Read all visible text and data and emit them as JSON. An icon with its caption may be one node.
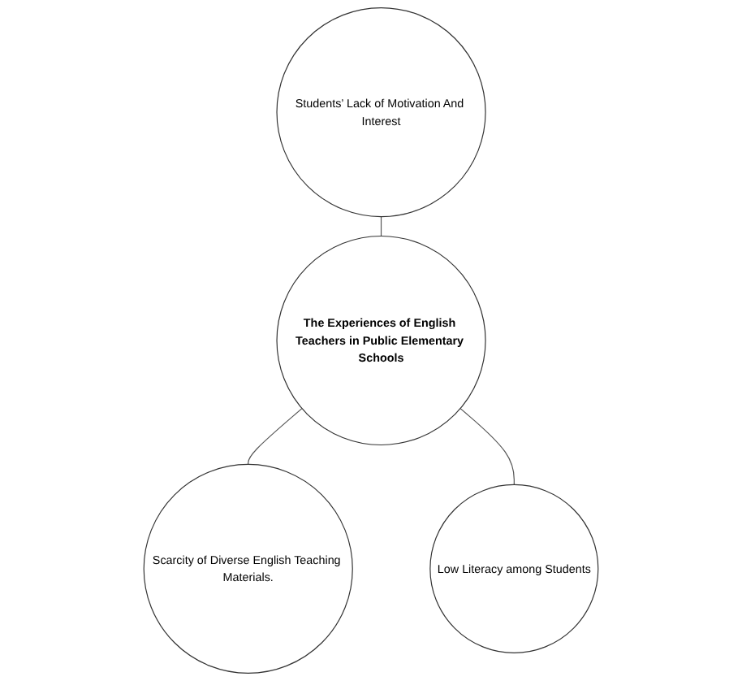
{
  "diagram": {
    "nodes": [
      {
        "text": [
          "Students’ Lack of Motivation And Interest"
        ]
      },
      {
        "text": [
          "The Experiences of English Teachers in Public Elementary Schools"
        ]
      },
      {
        "text": [
          "Scarcity of Diverse English Teaching Materials."
        ]
      },
      {
        "text": [
          "Low Literacy among Students"
        ]
      }
    ],
    "edges": [
      {
        "from": 0,
        "to": 1,
        "arrow": "none"
      },
      {
        "from": 1,
        "to": 2,
        "arrow": "none"
      },
      {
        "from": 1,
        "to": 3,
        "arrow": "none"
      }
    ]
  }
}
